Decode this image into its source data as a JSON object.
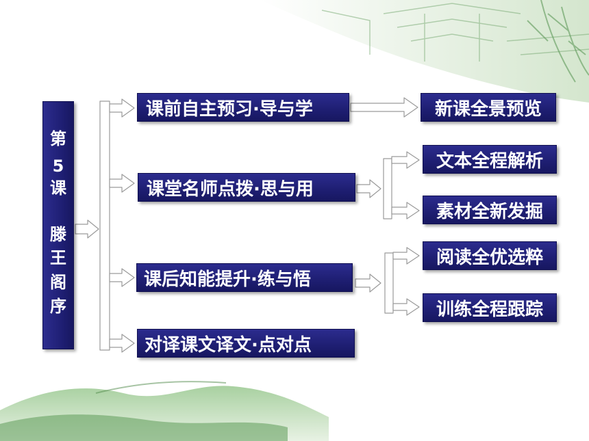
{
  "title_column": {
    "chars": [
      "第",
      "5",
      "课",
      "滕",
      "王",
      "阁",
      "序"
    ]
  },
  "level1": [
    {
      "label": "课前自主预习·导与学"
    },
    {
      "label": "课堂名师点拨·思与用"
    },
    {
      "label": "课后知能提升·练与悟"
    },
    {
      "label": "对译课文译文·点对点"
    }
  ],
  "level2": [
    {
      "label": "新课全景预览"
    },
    {
      "label": "文本全程解析"
    },
    {
      "label": "素材全新发掘"
    },
    {
      "label": "阅读全优选粹"
    },
    {
      "label": "训练全程跟踪"
    }
  ],
  "colors": {
    "box_fill": "#1f1f74",
    "text": "#ffffff",
    "connector": "#ffffff",
    "connector_edge": "#9a9a9a",
    "decor_green": "#8fbf8a"
  }
}
